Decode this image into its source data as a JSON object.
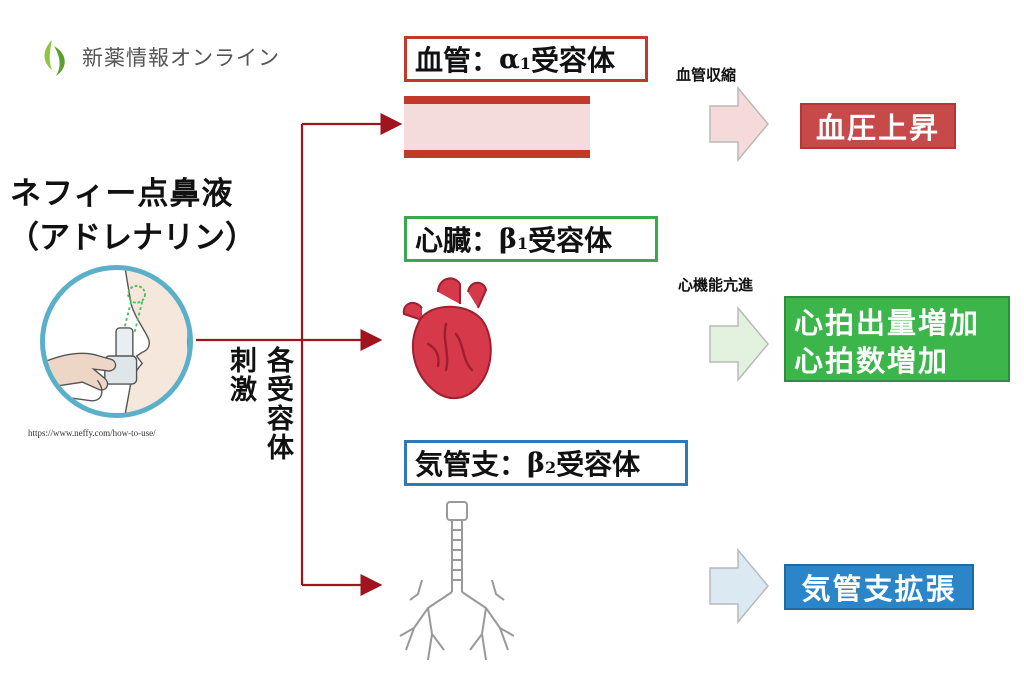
{
  "logo": {
    "text": "新薬情報オンライン"
  },
  "product": {
    "name": "ネフィー点鼻液",
    "subtitle": "（アドレナリン）",
    "source_url": "https://www.neffy.com/how-to-use/"
  },
  "stimulus": {
    "label_left": "刺激",
    "label_right": "各受容体"
  },
  "receptors": [
    {
      "organ": "血管：",
      "symbol": "α",
      "subscript": "1",
      "suffix": "受容体",
      "color": "#c0392b",
      "effect": "血管収縮",
      "result_lines": [
        "血圧上昇"
      ]
    },
    {
      "organ": "心臓：",
      "symbol": "β",
      "subscript": "1",
      "suffix": "受容体",
      "color": "#3aa94e",
      "effect": "心機能亢進",
      "result_lines": [
        "心拍出量増加",
        "心拍数増加"
      ]
    },
    {
      "organ": "気管支：",
      "symbol": "β",
      "subscript": "2",
      "suffix": "受容体",
      "color": "#2e79b8",
      "effect": "",
      "result_lines": [
        "気管支拡張"
      ]
    }
  ],
  "colors": {
    "arrow": "#a0141e",
    "blood_vessel": "#c0392b",
    "heart": "#d63a4a",
    "result_red": "#c74a4a",
    "result_green": "#3cb54a",
    "result_blue": "#2a86c8",
    "circle_border": "#5ab0c9"
  },
  "icons": [
    "leaf-logo-icon",
    "nasal-spray-illustration",
    "blood-vessel-illustration",
    "heart-illustration",
    "lungs-illustration",
    "block-arrow-icon"
  ]
}
